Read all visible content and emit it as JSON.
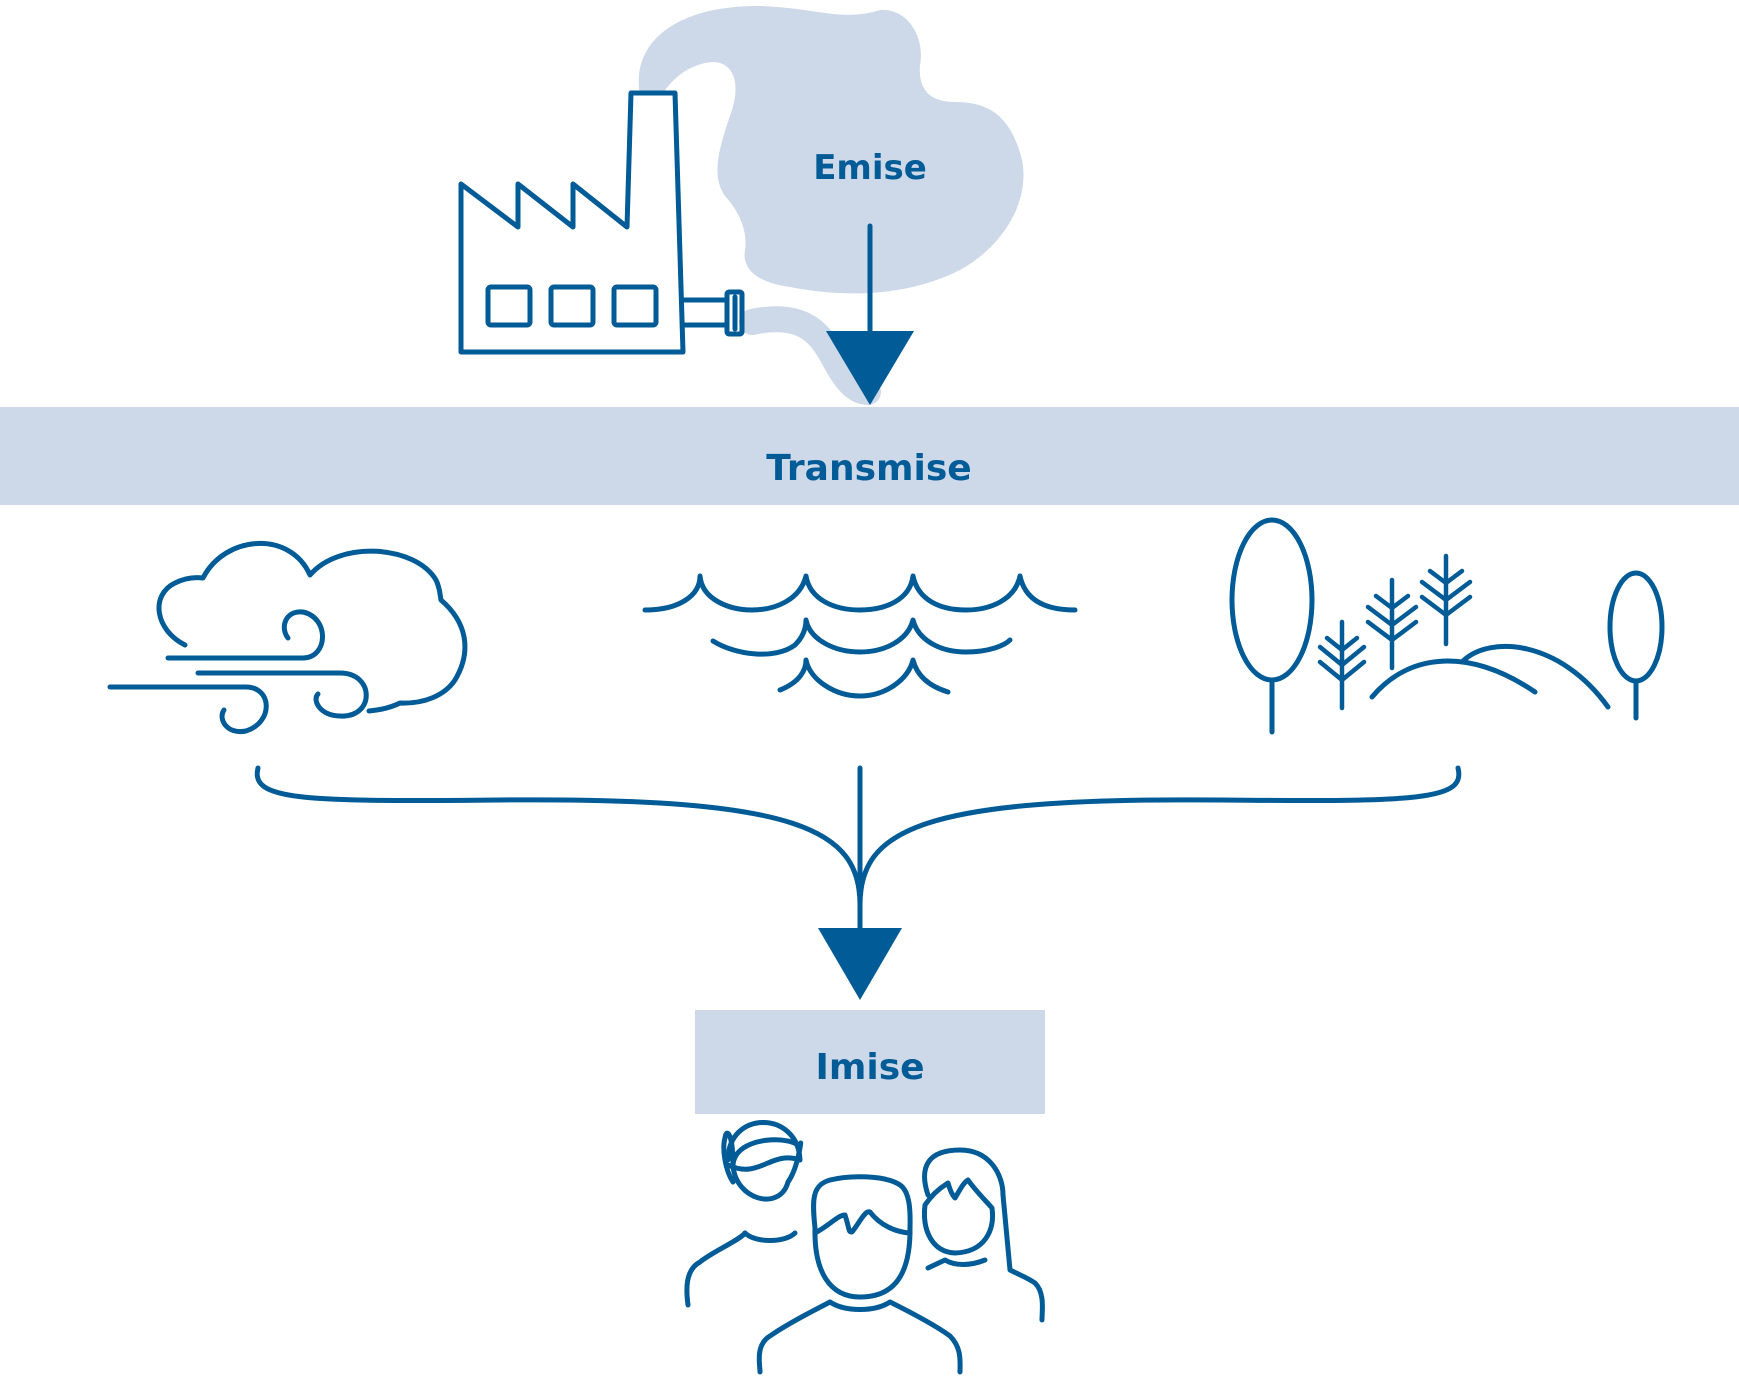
{
  "emission": {
    "label": "Emise"
  },
  "transmission": {
    "label": "Transmise"
  },
  "immission": {
    "label": "Imise"
  },
  "colors": {
    "primary": "#005b96",
    "pale": "#cdd9e9",
    "background": "#ffffff"
  },
  "icons": [
    "factory-icon",
    "smoke-cloud",
    "wind-cloud-icon",
    "water-waves-icon",
    "landscape-trees-icon",
    "people-group-icon"
  ]
}
